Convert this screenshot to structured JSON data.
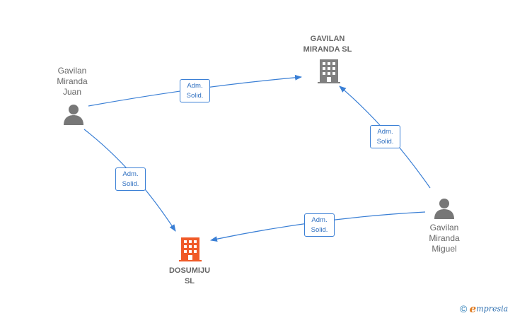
{
  "diagram": {
    "nodes": {
      "gavilan_miranda_sl": {
        "lines": [
          "GAVILAN",
          "MIRANDA  SL"
        ],
        "kind": "company",
        "color": "#808080"
      },
      "dosumiju_sl": {
        "lines": [
          "DOSUMIJU",
          "SL"
        ],
        "kind": "company",
        "color": "#f05a28"
      },
      "gavilan_miranda_juan": {
        "lines": [
          "Gavilan",
          "Miranda",
          "Juan"
        ],
        "kind": "person",
        "color": "#777777"
      },
      "gavilan_miranda_miguel": {
        "lines": [
          "Gavilan",
          "Miranda",
          "Miguel"
        ],
        "kind": "person",
        "color": "#777777"
      }
    },
    "edges": [
      {
        "from": "gavilan_miranda_juan",
        "to": "gavilan_miranda_sl",
        "lines": [
          "Adm.",
          "Solid."
        ]
      },
      {
        "from": "gavilan_miranda_juan",
        "to": "dosumiju_sl",
        "lines": [
          "Adm.",
          "Solid."
        ]
      },
      {
        "from": "gavilan_miranda_miguel",
        "to": "gavilan_miranda_sl",
        "lines": [
          "Adm.",
          "Solid."
        ]
      },
      {
        "from": "gavilan_miranda_miguel",
        "to": "dosumiju_sl",
        "lines": [
          "Adm.",
          "Solid."
        ]
      }
    ],
    "edge_color": "#3a7fd5"
  },
  "watermark": {
    "copyright_symbol": "©",
    "brand_initial": "e",
    "brand_rest": "mpresia"
  }
}
